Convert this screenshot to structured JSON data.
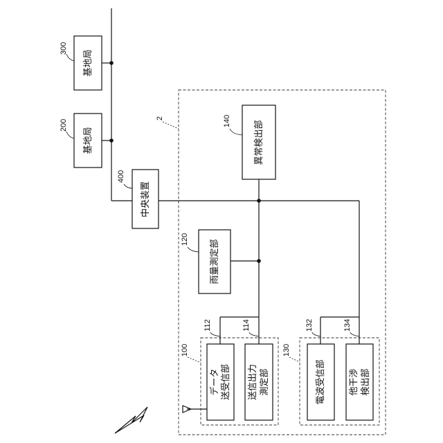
{
  "labels": {
    "station_300": "基地局",
    "station_200": "基地局",
    "central": "中央装置",
    "anomaly": "異常検出部",
    "rain": "雨量測定部",
    "data_tx": [
      "データ",
      "送受信部"
    ],
    "power_meas": [
      "送信出力",
      "測定部"
    ],
    "radio_rx": "電波受信部",
    "interference": [
      "他干渉",
      "検出部"
    ]
  },
  "refs": {
    "r300": "300",
    "r200": "200",
    "r400": "400",
    "r2": "2",
    "r140": "140",
    "r120": "120",
    "r100": "100",
    "r112": "112",
    "r114": "114",
    "r130": "130",
    "r132": "132",
    "r134": "134"
  }
}
